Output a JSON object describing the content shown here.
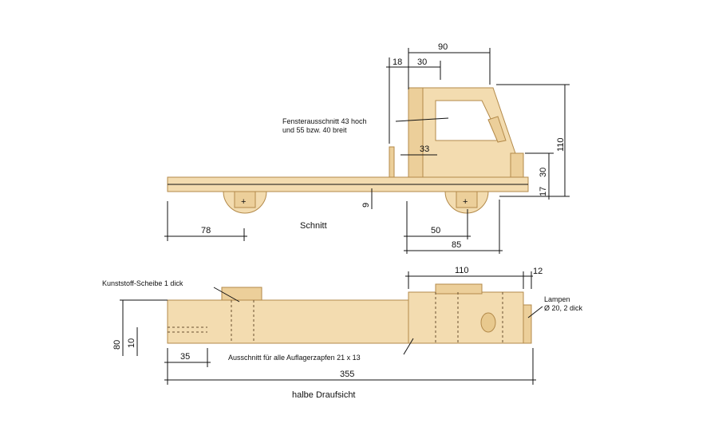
{
  "drawing": {
    "section_caption": "Schnitt",
    "plan_caption": "halbe Draufsicht",
    "dimensions": {
      "cab_width": "90",
      "cab_offset": "18",
      "cab_front": "30",
      "cab_height": "110",
      "window_bottom": "30",
      "platform_thickness": "17",
      "window_depth": "33",
      "axle_offset": "9",
      "rear_wheel": "78",
      "front_wheel": "50",
      "front_overall": "85",
      "plan_cab_length": "110",
      "plan_lamp": "12",
      "plan_width": "80",
      "plan_inner": "10",
      "plan_rear": "35",
      "plan_total": "355"
    },
    "notes": {
      "window": "Fensterausschnitt 43 hoch",
      "window_line2": "und 55 bzw. 40 breit",
      "disc": "Kunststoff-Scheibe 1 dick",
      "cutout": "Ausschnitt für alle Auflagerzapfen 21 x 13",
      "lamps": "Lampen",
      "lamps_line2": "Ø 20, 2 dick"
    },
    "colors": {
      "wood": "#f3dcb0",
      "wood_edge": "#b38a4a",
      "line": "#111111"
    }
  }
}
